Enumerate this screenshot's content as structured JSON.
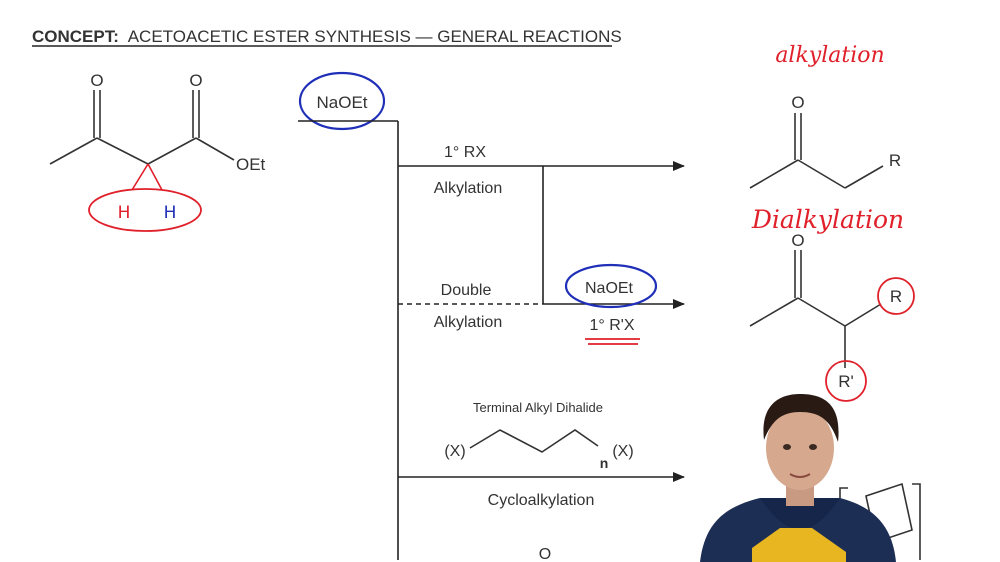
{
  "header": {
    "concept_label": "CONCEPT:",
    "title": "ACETOACETIC ESTER SYNTHESIS — GENERAL REACTIONS"
  },
  "starting_material": {
    "ketone_o": "O",
    "ester_o": "O",
    "ester_group": "OEt",
    "alpha_h_left": "H",
    "alpha_h_right": "H"
  },
  "base": {
    "label": "NaOEt"
  },
  "branches": {
    "alkylation": {
      "reagent": "1° RX",
      "name": "Alkylation"
    },
    "double_alkylation": {
      "name_line1": "Double",
      "name_line2": "Alkylation",
      "reagent_base": "NaOEt",
      "reagent_halide": "1° R'X"
    },
    "cycloalkylation": {
      "reagent_caption": "Terminal Alkyl Dihalide",
      "x_left": "(X)",
      "x_right": "(X)",
      "subscript": "n",
      "name": "Cycloalkylation"
    },
    "next_o": "O"
  },
  "products": {
    "mono": {
      "annotation": "alkylation",
      "o": "O",
      "r": "R"
    },
    "di": {
      "annotation": "Dialkylation",
      "o": "O",
      "r": "R",
      "r_prime": "R'"
    }
  },
  "colors": {
    "ink": "#222222",
    "annotation_red": "#e0202a",
    "annotation_blue": "#1f2fb8"
  }
}
